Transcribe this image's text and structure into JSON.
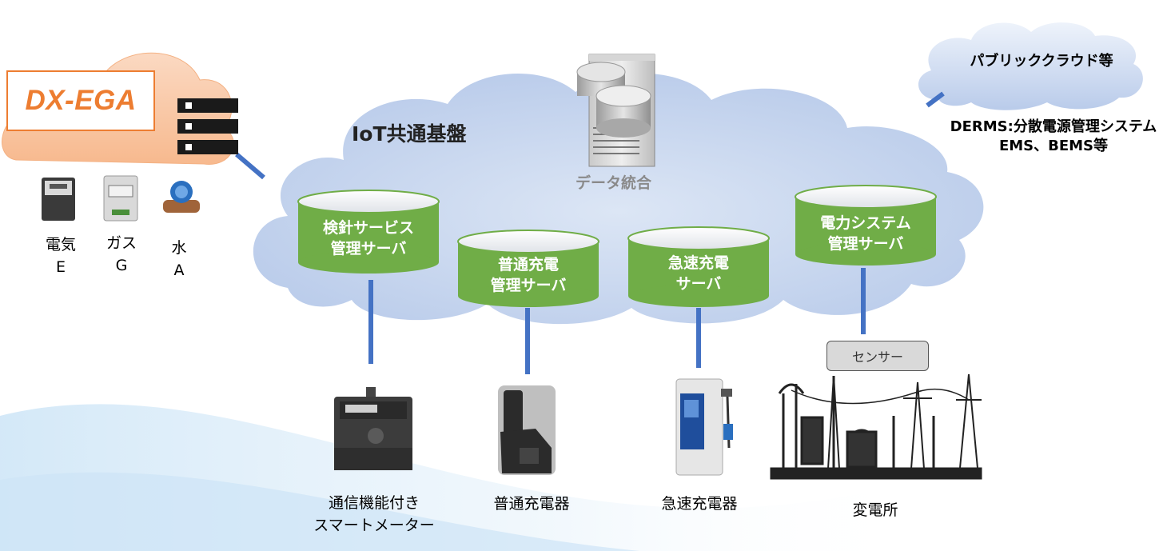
{
  "dx_ega": {
    "label": "DX-EGA"
  },
  "meters": [
    {
      "name": "電気",
      "code": "E"
    },
    {
      "name": "ガス",
      "code": "G"
    },
    {
      "name": "水",
      "code": "A"
    }
  ],
  "iot_platform": {
    "title": "IoT共通基盤",
    "data_integration": "データ統合"
  },
  "public_cloud": {
    "title": "パブリッククラウド等",
    "line1": "DERMS:分散電源管理システム",
    "line2": "EMS、BEMS等"
  },
  "servers": [
    {
      "line1": "検針サービス",
      "line2": "管理サーバ"
    },
    {
      "line1": "普通充電",
      "line2": "管理サーバ"
    },
    {
      "line1": "急速充電",
      "line2": "サーバ"
    },
    {
      "line1": "電力システム",
      "line2": "管理サーバ"
    }
  ],
  "devices": [
    {
      "line1": "通信機能付き",
      "line2": "スマートメーター"
    },
    {
      "line1": "普通充電器"
    },
    {
      "line1": "急速充電器"
    },
    {
      "line1": "変電所"
    }
  ],
  "sensor": {
    "label": "センサー"
  },
  "colors": {
    "cylinder_green": "#70ad47",
    "connector_blue": "#4472c4",
    "dx_orange": "#ed7d31",
    "cloud_blue": "#b4c7e7"
  }
}
